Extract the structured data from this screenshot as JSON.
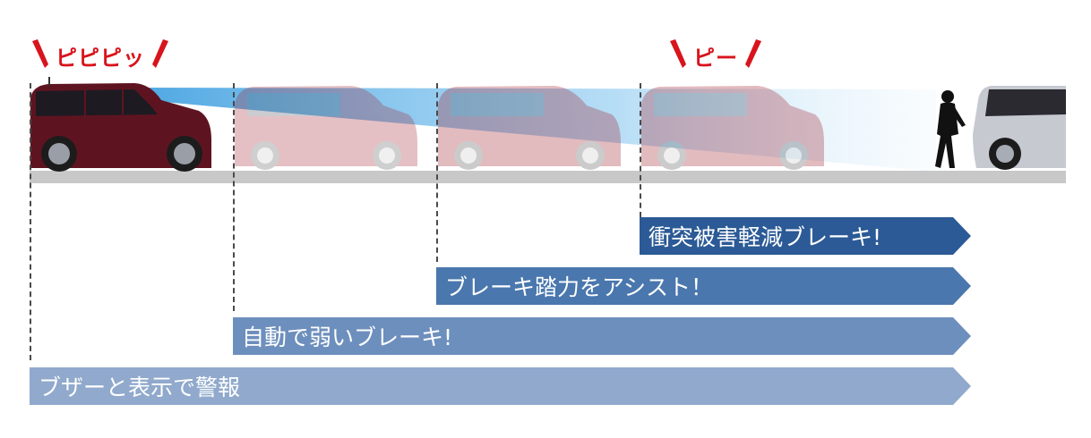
{
  "alerts": {
    "first": "ピピピッ",
    "second": "ピー"
  },
  "stages": [
    {
      "label": "衝突被害軽減ブレーキ!",
      "color": "#2b5a96"
    },
    {
      "label": "ブレーキ踏力をアシスト！",
      "color": "#4a77ad"
    },
    {
      "label": "自動で弱いブレーキ!",
      "color": "#6d8fbd"
    },
    {
      "label": "ブザーと表示で警報",
      "color": "#90a9cc"
    }
  ],
  "colors": {
    "alert_red": "#d8141c",
    "road": "#c8c8c8",
    "car_maroon": "#5e1420",
    "detection_beam": "#4aa8e0"
  }
}
